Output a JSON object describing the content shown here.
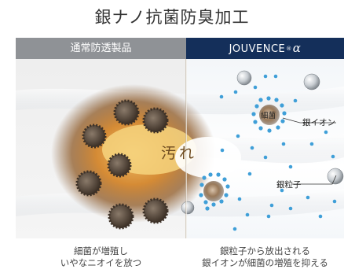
{
  "title": "銀ナノ抗菌防臭加工",
  "left_panel": {
    "header": "通常防透製品",
    "stain_label": "汚れ",
    "caption_line1": "細菌が増殖し",
    "caption_line2": "いやなニオイを放つ"
  },
  "right_panel": {
    "header_brand": "JOUVENCE",
    "header_reg": "®",
    "header_alpha": "α",
    "label_bacteria": "細菌",
    "label_silver_ion": "銀イオン",
    "label_silver_particle": "銀粒子",
    "caption_line1": "銀粒子から放出される",
    "caption_line2": "銀イオンが細菌の増殖を抑える"
  },
  "colors": {
    "header_left_bg": "#8f9296",
    "header_right_bg": "#142f5a",
    "stain": "#c9802d",
    "bacteria": "#5a4838",
    "silver_ion": "#3f9fd8"
  }
}
